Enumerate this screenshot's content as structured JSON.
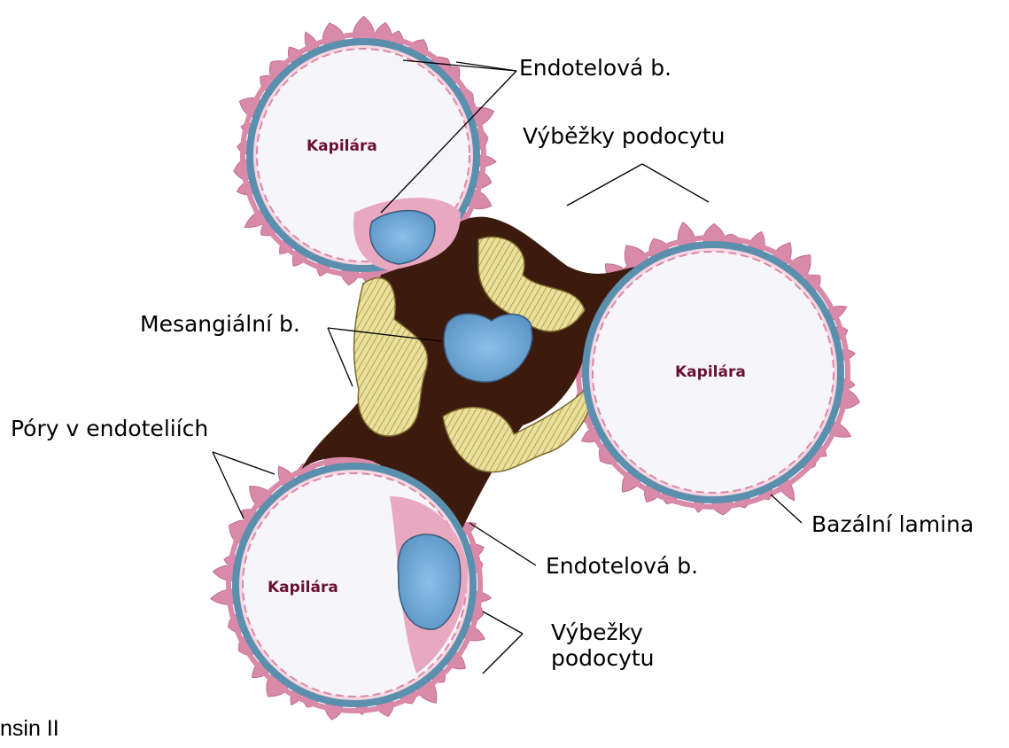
{
  "labels": {
    "endotelova_top": "Endotelová b.",
    "vybezky_top": "Výběžky podocytu",
    "mesangialni": "Mesangiální b.",
    "pory": "Póry v endoteliích",
    "bazalni": "Bazální lamina",
    "endotelova_bottom": "Endotelová b.",
    "vybezky_bottom_line1": "Výbežky",
    "vybezky_bottom_line2": "podocytu",
    "cutoff": "nsin II"
  },
  "capillaries": {
    "top": "Kapilára",
    "right": "Kapilára",
    "bottom": "Kapilára"
  },
  "colors": {
    "podocyte": "#d98aa8",
    "basal_lamina": "#5b8fae",
    "endothel_nucleus": "#6fa8d8",
    "mesangial": "#3d1a0e",
    "matrix": "#e8dc90",
    "lumen": "#f6f6fa"
  }
}
